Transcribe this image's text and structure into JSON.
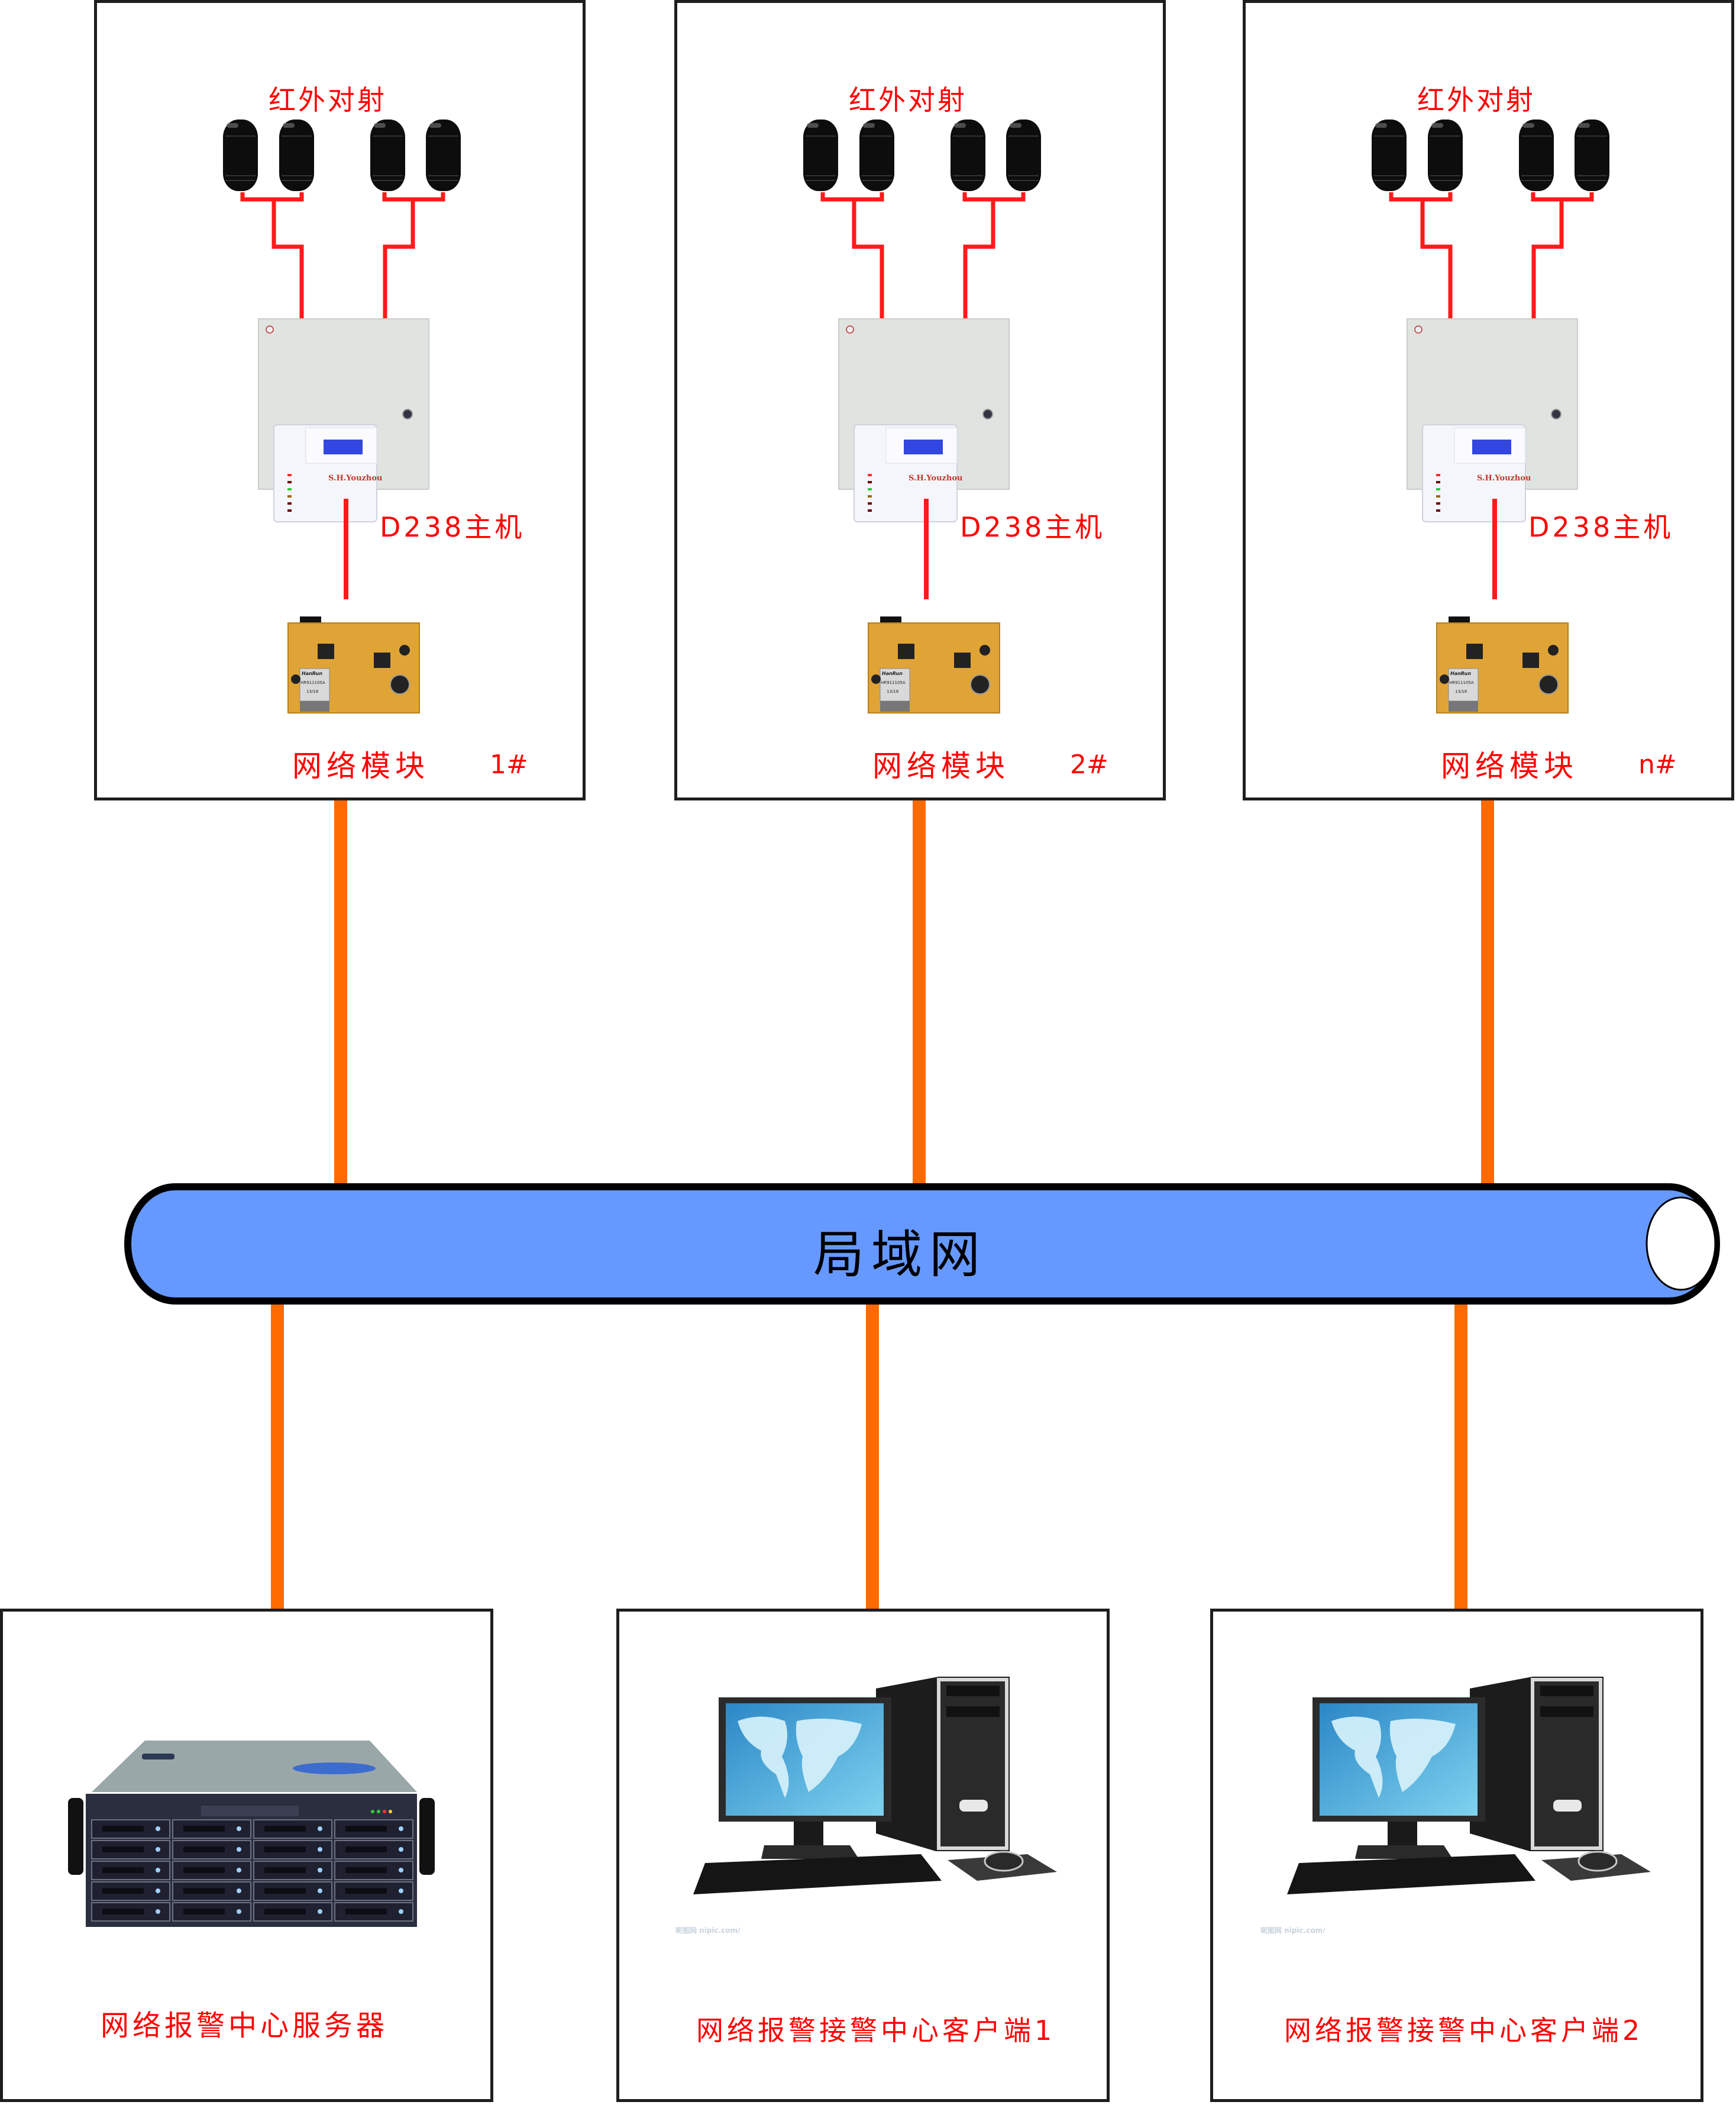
{
  "diagram": {
    "sites": [
      {
        "id": "1#",
        "sensor_group_label": "红外对射",
        "host_label": "D238主机",
        "host_brand": "S.H.Youzhou",
        "module_brand": "HanRun",
        "module_part": "HR911105A",
        "module_date": "13/18",
        "module_label": "网络模块",
        "site_number": "1#"
      },
      {
        "id": "2#",
        "sensor_group_label": "红外对射",
        "host_label": "D238主机",
        "host_brand": "S.H.Youzhou",
        "module_brand": "HanRun",
        "module_part": "HR911105A",
        "module_date": "13/18",
        "module_label": "网络模块",
        "site_number": "2#"
      },
      {
        "id": "n#",
        "sensor_group_label": "红外对射",
        "host_label": "D238主机",
        "host_brand": "S.H.Youzhou",
        "module_brand": "HanRun",
        "module_part": "HR911105A",
        "module_date": "13/18",
        "module_label": "网络模块",
        "site_number": "n#"
      }
    ],
    "network": {
      "label": "局域网"
    },
    "endpoints": [
      {
        "type": "server",
        "label": "网络报警中心服务器"
      },
      {
        "type": "client",
        "label": "网络报警接警中心客户端1",
        "watermark": "昵图网 nipic.com/"
      },
      {
        "type": "client",
        "label": "网络报警接警中心客户端2",
        "watermark": "昵图网 nipic.com/"
      }
    ],
    "colors": {
      "label_red": "#ff0000",
      "wire_red": "#ff1a1a",
      "network_link_orange": "#ff6a00",
      "lan_bus_fill": "#6699ff",
      "border": "#1e1e1e"
    }
  }
}
